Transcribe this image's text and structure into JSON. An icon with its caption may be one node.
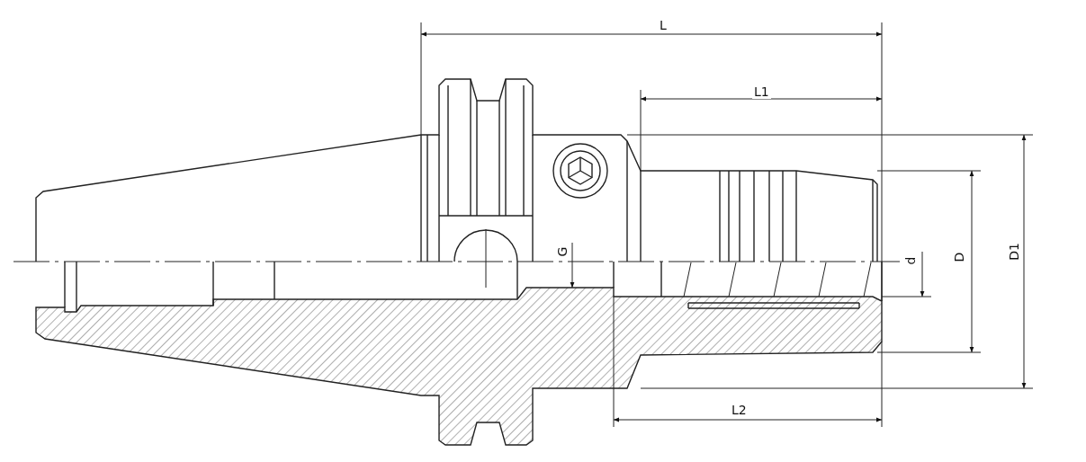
{
  "diagram": {
    "labels": [
      "L",
      "L1",
      "G",
      "d",
      "D",
      "D1",
      "L2"
    ]
  }
}
